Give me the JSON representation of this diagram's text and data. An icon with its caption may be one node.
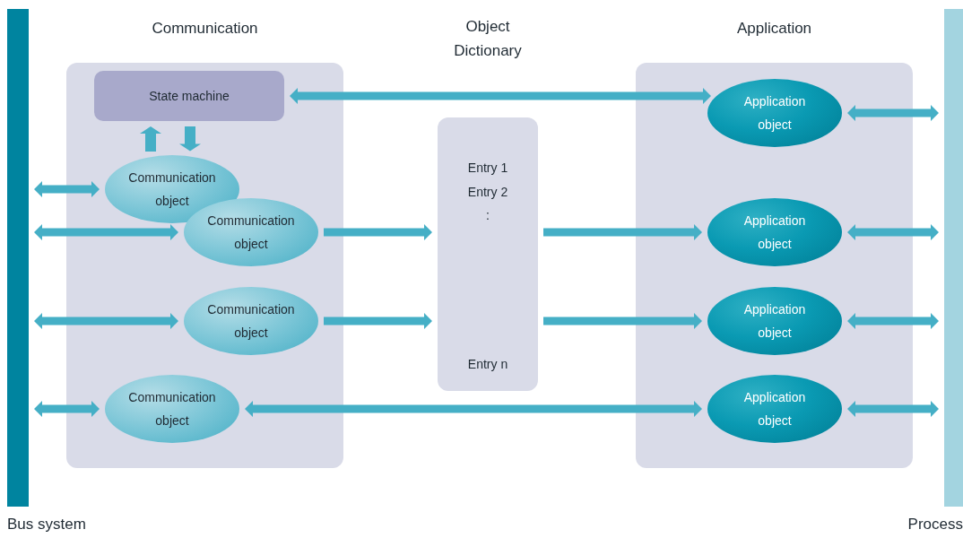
{
  "diagram": {
    "nodes": [
      {
        "text": [
          "Bus system"
        ]
      },
      {
        "text": [
          "Communication"
        ]
      },
      {
        "text": [
          "State machine"
        ],
        "in": 1
      },
      {
        "text": [
          "Communication object"
        ],
        "in": 1
      },
      {
        "text": [
          "Communication object"
        ],
        "in": 1
      },
      {
        "text": [
          "Communication object"
        ],
        "in": 1
      },
      {
        "text": [
          "Communication object"
        ],
        "in": 1
      },
      {
        "text": [
          "Object Dictionary",
          "Entry 1",
          "Entry 2",
          ":",
          "Entry n"
        ]
      },
      {
        "text": [
          "Application"
        ]
      },
      {
        "text": [
          "Application object"
        ],
        "in": 8
      },
      {
        "text": [
          "Application object"
        ],
        "in": 8
      },
      {
        "text": [
          "Application object"
        ],
        "in": 8
      },
      {
        "text": [
          "Application object"
        ],
        "in": 8
      },
      {
        "text": [
          "Process"
        ]
      }
    ],
    "edges": [
      {
        "from": 0,
        "to": 3,
        "arrow": "both"
      },
      {
        "from": 0,
        "to": 4,
        "arrow": "both"
      },
      {
        "from": 0,
        "to": 5,
        "arrow": "both"
      },
      {
        "from": 0,
        "to": 6,
        "arrow": "both"
      },
      {
        "from": 3,
        "to": 2,
        "arrow": "to"
      },
      {
        "from": 2,
        "to": 3,
        "arrow": "to"
      },
      {
        "from": 2,
        "to": 9,
        "arrow": "both"
      },
      {
        "from": 4,
        "to": 7,
        "arrow": "to"
      },
      {
        "from": 5,
        "to": 7,
        "arrow": "to"
      },
      {
        "from": 7,
        "to": 10,
        "arrow": "to"
      },
      {
        "from": 7,
        "to": 11,
        "arrow": "to"
      },
      {
        "from": 6,
        "to": 12,
        "arrow": "both"
      },
      {
        "from": 9,
        "to": 13,
        "arrow": "both"
      },
      {
        "from": 10,
        "to": 13,
        "arrow": "both"
      },
      {
        "from": 11,
        "to": 13,
        "arrow": "both"
      },
      {
        "from": 12,
        "to": 13,
        "arrow": "both"
      }
    ]
  }
}
